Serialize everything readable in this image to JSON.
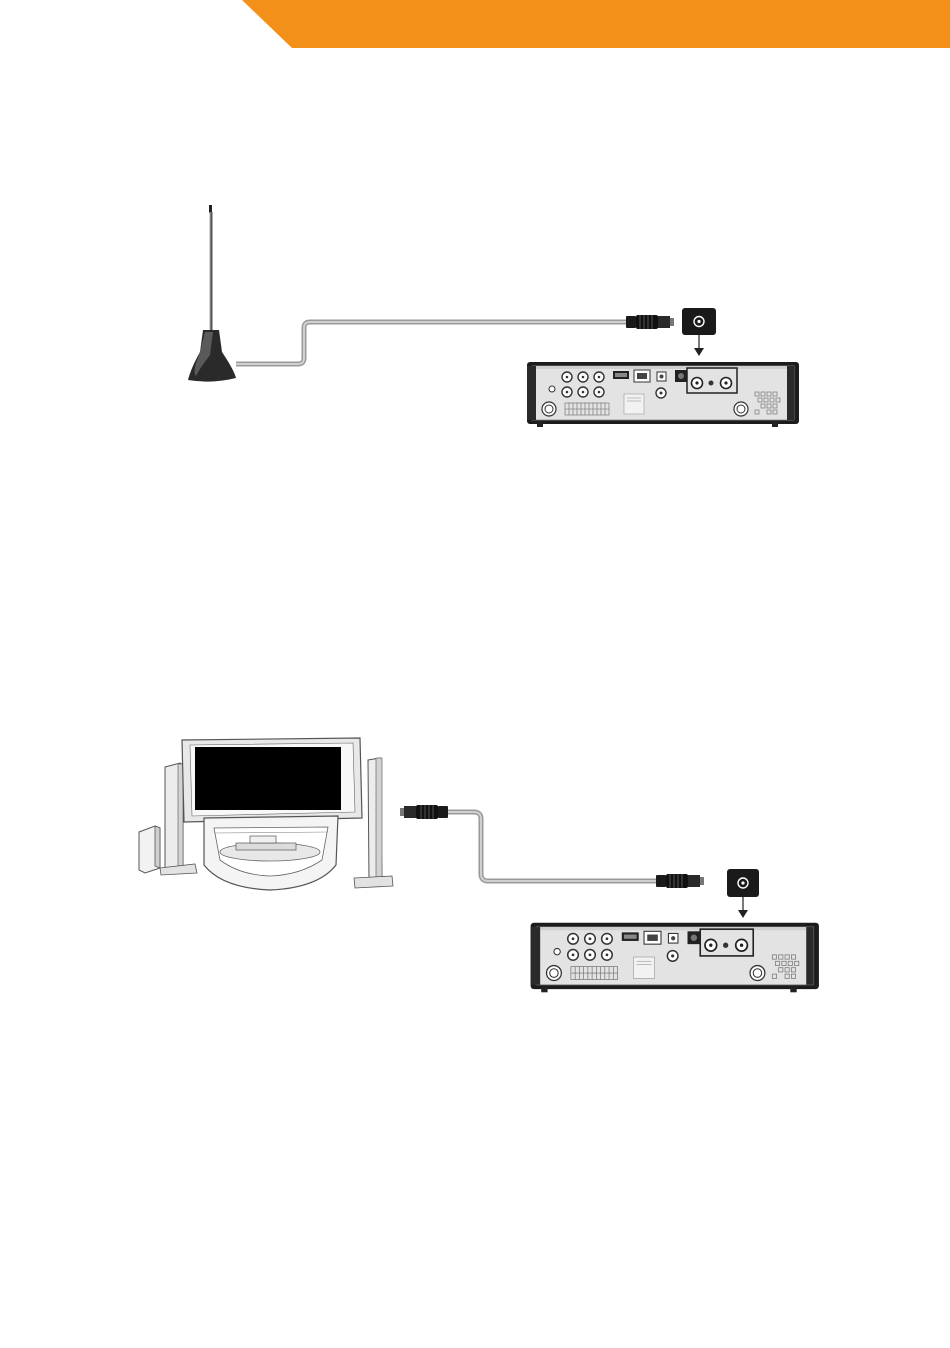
{
  "banner": {
    "color": "#F39019"
  },
  "diagrams": [
    {
      "name": "antenna-to-player",
      "source_device": "antenna-icon",
      "target_port": "rf-in",
      "cable": "coaxial-cable",
      "callout_icon": "rf-in-port-icon"
    },
    {
      "name": "player-to-tv",
      "source_device": "home-theater-tv-icon",
      "target_port": "rf-out",
      "cable": "coaxial-cable",
      "callout_icon": "rf-out-port-icon"
    }
  ],
  "colors": {
    "cable": "#a8a8a8",
    "device_body": "#e6e6e6",
    "device_dark": "#1c1c1c"
  }
}
